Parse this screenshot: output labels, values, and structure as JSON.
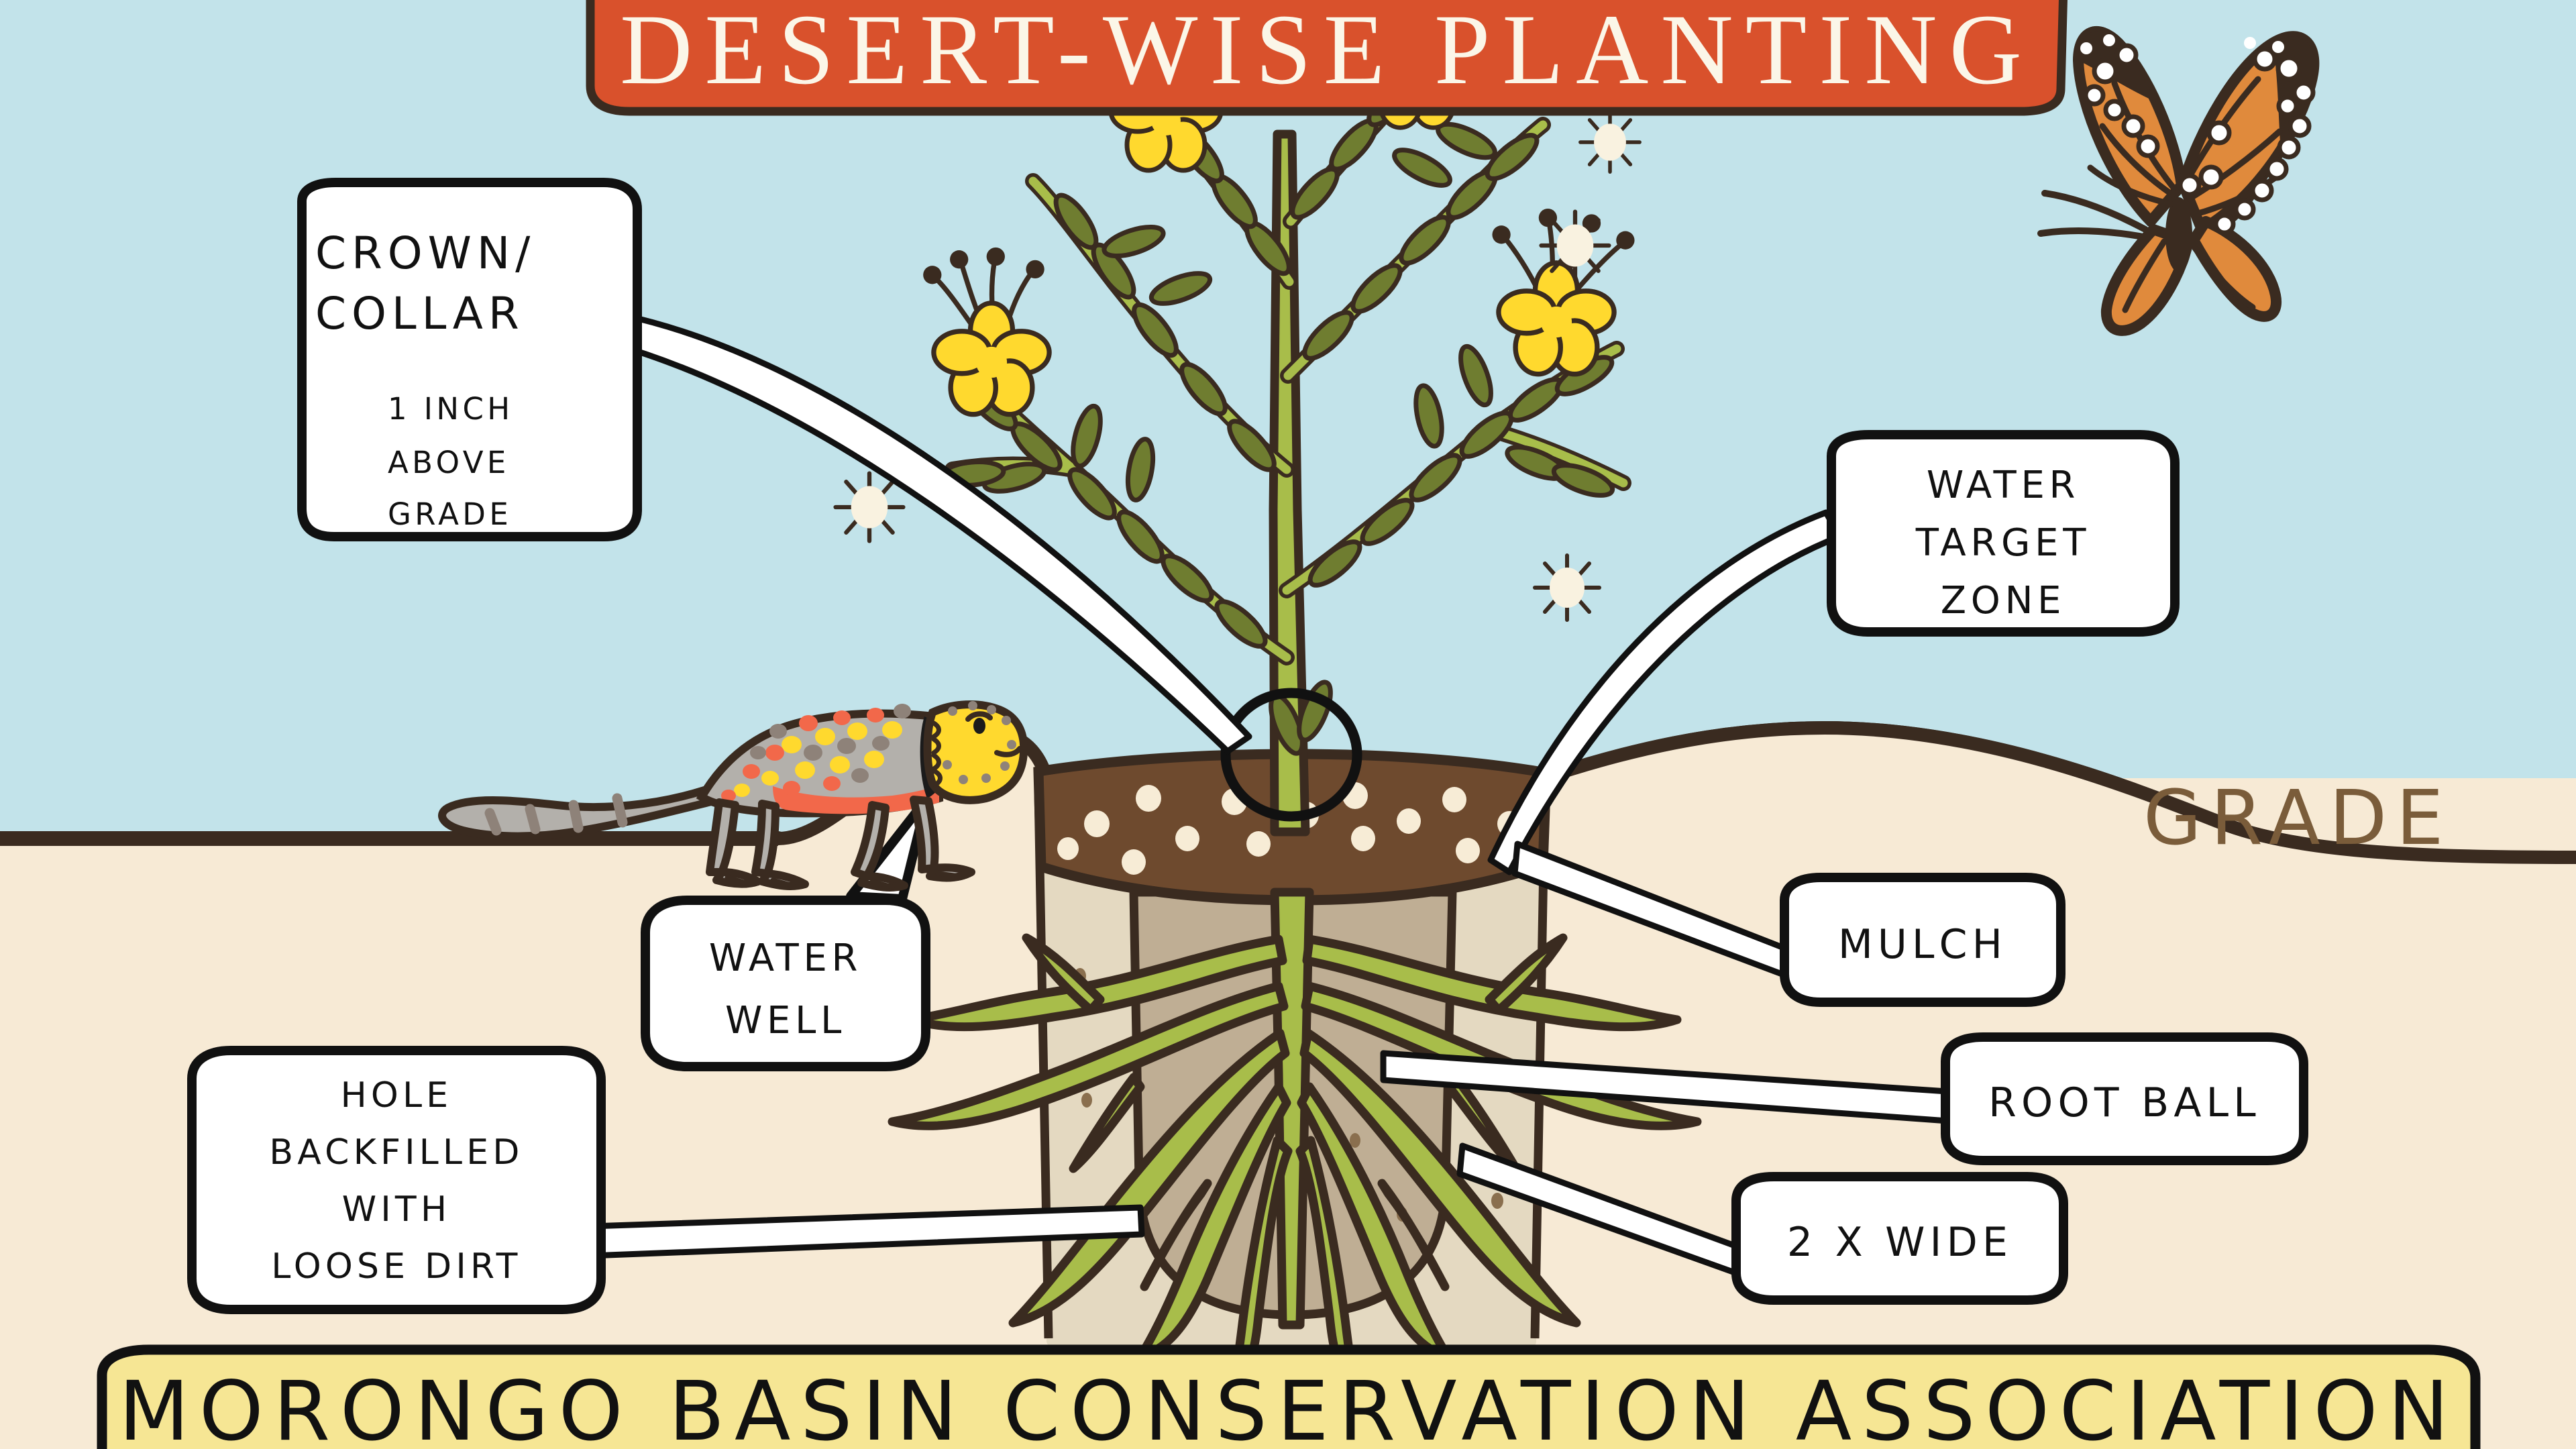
{
  "title_banner": {
    "text": "DESERT-WISE PLANTING",
    "bg_color": "#d9512c",
    "text_color": "#fbf6e8"
  },
  "footer_banner": {
    "text": "MORONGO BASIN CONSERVATION ASSOCIATION",
    "bg_color": "#f6e694",
    "text_color": "#111111"
  },
  "scene": {
    "sky_color": "#c2e3ea",
    "ground_color": "#f7ead5",
    "outline_color": "#3a2b20",
    "mulch_color": "#6e4a2e",
    "mulch_dot_color": "#f7ecd6",
    "rootball_color": "#bfae94",
    "backfill_color": "#e4d9c1",
    "root_color": "#a8bd4a",
    "stem_color": "#a8bd4a",
    "leaf_color": "#6f7d30",
    "flower_color": "#ffd92e",
    "seedpuff_color": "#f9f2e0"
  },
  "grade_label": {
    "text": "GRADE",
    "color": "#7a5c3a"
  },
  "callouts": [
    {
      "name": "crown-collar",
      "lines": [
        "CROWN/",
        "COLLAR"
      ],
      "sub_lines": [
        "1 INCH",
        "ABOVE",
        "GRADE"
      ]
    },
    {
      "name": "water-target-zone",
      "lines": [
        "WATER",
        "TARGET",
        "ZONE"
      ],
      "sub_lines": []
    },
    {
      "name": "water-well",
      "lines": [
        "WATER",
        "WELL"
      ],
      "sub_lines": []
    },
    {
      "name": "hole-backfilled",
      "lines": [
        "HOLE",
        "BACKFILLED",
        "WITH",
        "LOOSE DIRT"
      ],
      "sub_lines": []
    },
    {
      "name": "mulch",
      "lines": [
        "MULCH"
      ],
      "sub_lines": []
    },
    {
      "name": "root-ball",
      "lines": [
        "ROOT BALL"
      ],
      "sub_lines": []
    },
    {
      "name": "two-x-wide",
      "lines": [
        "2 X WIDE"
      ],
      "sub_lines": []
    }
  ],
  "wildlife": {
    "lizard": {
      "name": "collared-lizard",
      "head_color": "#ffd92e",
      "body_color": "#b3b0ab",
      "belly_color": "#f2684a",
      "spot_colors": [
        "#ffd92e",
        "#f2684a",
        "#8e8279"
      ]
    },
    "butterfly": {
      "name": "monarch-butterfly",
      "wing_color": "#e08a3c",
      "border_color": "#3a2b20",
      "spot_color": "#ffffff"
    }
  }
}
